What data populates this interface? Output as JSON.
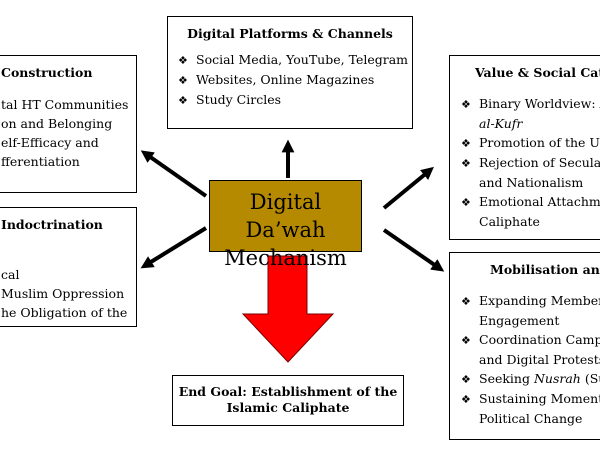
{
  "center": {
    "line1": "Digital Da’wah",
    "line2": "Mechanism"
  },
  "top": {
    "title": "Digital Platforms & Channels",
    "items": [
      "Social Media, YouTube, Telegram",
      "Websites, Online Magazines",
      "Study Circles"
    ]
  },
  "left_top": {
    "title": "Construction",
    "lines": [
      "tal HT Communities",
      "on and Belonging",
      "elf-Efficacy and",
      "fferentiation"
    ]
  },
  "left_bottom": {
    "title": "Indoctrination",
    "lines": [
      "cal",
      "Muslim Oppression",
      "he Obligation of the"
    ]
  },
  "right_top": {
    "title": "Value & Social Categ",
    "items": [
      {
        "pre": "Binary Worldview: ",
        "em": "D",
        "cont_em": "al-Kufr"
      },
      {
        "text": "Promotion of the Ur"
      },
      {
        "text": "Rejection of Seculari",
        "cont": "and Nationalism"
      },
      {
        "text": "Emotional Attachme",
        "cont": "Caliphate"
      }
    ]
  },
  "right_bottom": {
    "title": "Mobilisation and F",
    "items": [
      {
        "text": "Expanding Members",
        "cont": "Engagement"
      },
      {
        "text": "Coordination Camp",
        "cont": "and Digital Protests"
      },
      {
        "pre": "Seeking ",
        "em": "Nusrah",
        "post": " (Sup"
      },
      {
        "text": "Sustaining Momentu",
        "cont": "Political Change"
      }
    ]
  },
  "goal": {
    "line1": "End Goal: Establishment of the",
    "line2": "Islamic Caliphate"
  },
  "colors": {
    "center_fill": "#b68a00",
    "goal_arrow": "#ff0000",
    "arrows": "#000000"
  },
  "icons": {
    "bullet": "❖"
  }
}
